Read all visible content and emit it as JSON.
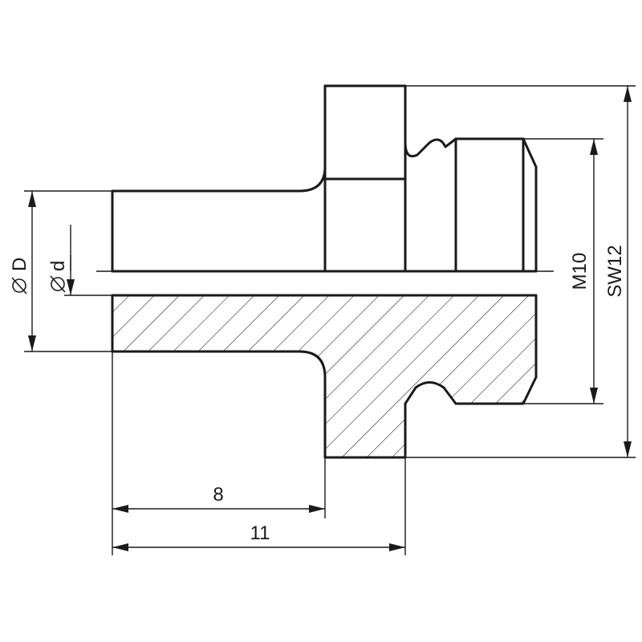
{
  "dimensions": {
    "length_flange": "8",
    "length_total": "11",
    "thread": "M10",
    "wrench_size": "SW12",
    "outer_diameter": "D",
    "inner_diameter": "d"
  },
  "symbols": {
    "diameter_symbol": "diameter-symbol-icon"
  },
  "colors": {
    "line": "#1a1a1a",
    "background": "#ffffff"
  }
}
